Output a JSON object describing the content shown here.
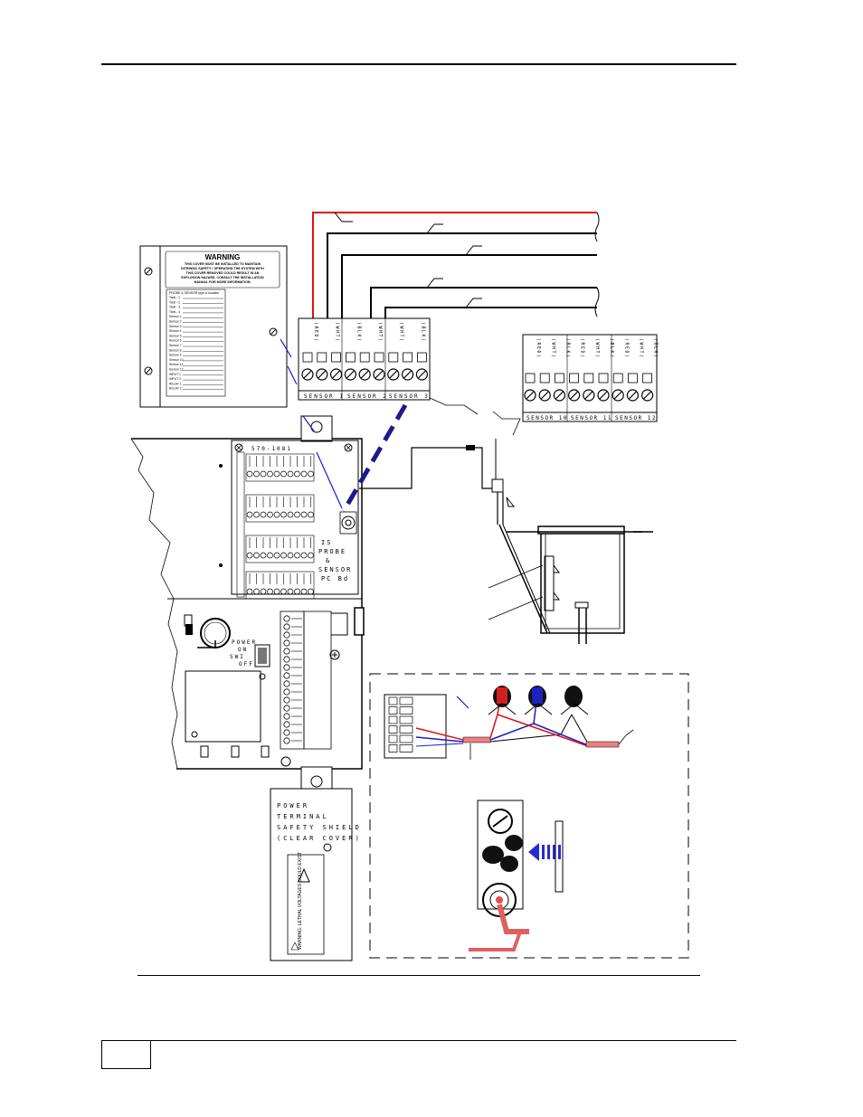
{
  "warning_cover": {
    "title": "WARNING",
    "text_lines": [
      "THIS COVER MUST BE INSTALLED TO MAINTAIN",
      "INTRINSIC SAFETY ! OPERATING THE SYSTEM WITH",
      "THIS COVER REMOVED COULD RESULT IN AN",
      "EXPLOSION HAZARD. CONSULT THE INSTALLATION",
      "MANUAL FOR MORE INFORMATION."
    ],
    "table_header": "PROBE & SENSOR type & location",
    "rows": [
      "Tank - 1",
      "Tank - 2",
      "Tank - 3",
      "Tank - 4",
      "Sensor 1",
      "Sensor 2",
      "Sensor 3",
      "Sensor 4",
      "Sensor 5",
      "Sensor 6",
      "Sensor 7",
      "Sensor 8",
      "Sensor 9",
      "Sensor 10",
      "Sensor 11",
      "Sensor 12",
      "INPUT 1",
      "INPUT 2",
      "RELAY 1",
      "RELAY 2"
    ]
  },
  "sensor_terminal_top": {
    "wire_labels": [
      "(RED)",
      "(WHT)",
      "(BLK)",
      "(WHT)",
      "(WHT)",
      "(BLK)"
    ],
    "group_labels": [
      "SENSOR 1",
      "SENSOR 2",
      "SENSOR 3"
    ]
  },
  "sensor_terminal_right": {
    "wire_labels": [
      "(RED)",
      "(WHT)",
      "(BLK)",
      "(RED)",
      "(WHT)",
      "(BLK)",
      "(RED)",
      "(WHT)",
      "(BLK)"
    ],
    "group_labels": [
      "SENSOR 10",
      "SENSOR 11",
      "SENSOR 12"
    ]
  },
  "console": {
    "board_label": "570-1081",
    "probe_board_label": [
      "IS",
      "PROBE",
      "&",
      "SENSOR",
      "PC Bd"
    ],
    "power_switch_label": [
      "POWER",
      "ON",
      "SWI",
      "OFF"
    ]
  },
  "power_cover": {
    "lines": [
      "POWER",
      "TERMINAL",
      "SAFETY SHIELD",
      "(CLEAR COVER)"
    ],
    "warning_text": "WARNING: LETHAL VOLTAGES COULD EXIST"
  },
  "colors": {
    "red_wire": "#e01010",
    "blue_wire": "#1a1acc",
    "dashed_link": "#2020a0"
  }
}
